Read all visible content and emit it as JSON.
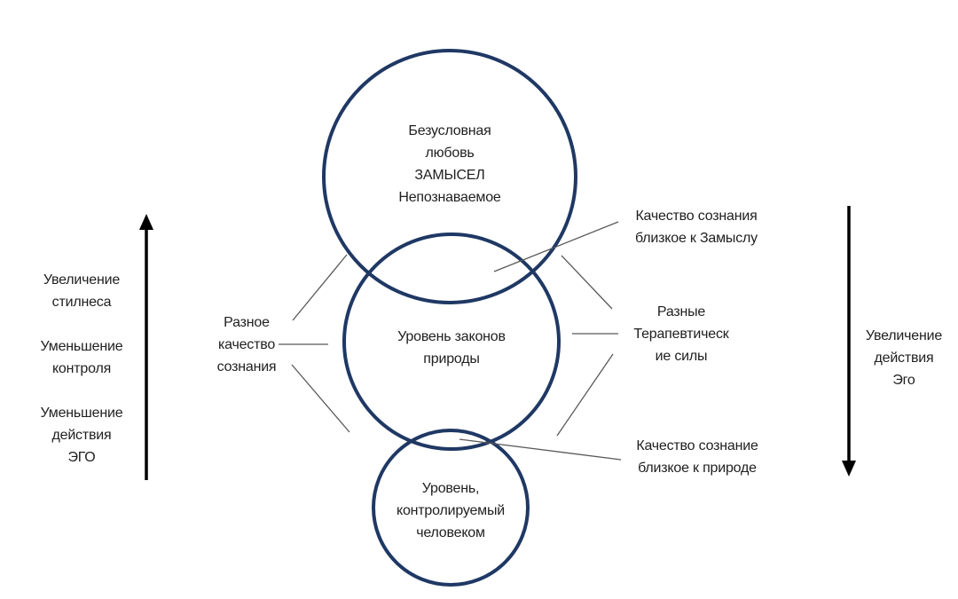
{
  "colors": {
    "circle_stroke": "#1f3864",
    "connector": "#595959",
    "arrow": "#000000",
    "text": "#1f1f1f",
    "background": "#ffffff"
  },
  "circles": {
    "top": {
      "label": "Безусловная\nлюбовь\nЗАМЫСЕЛ\nНепознаваемое"
    },
    "middle": {
      "label": "Уровень законов\nприроды"
    },
    "bottom": {
      "label": "Уровень,\nконтролируемый\nчеловеком"
    }
  },
  "left_axis": {
    "direction": "up",
    "items": [
      {
        "label": "Увеличение\nстилнеса"
      },
      {
        "label": "Уменьшение\nконтроля"
      },
      {
        "label": "Уменьшение\nдействия\nЭГО"
      }
    ]
  },
  "right_axis": {
    "direction": "down",
    "label": "Увеличение\nдействия\nЭго"
  },
  "annotations": {
    "top_right": {
      "label": "Качество сознания\nблизкое к Замыслу"
    },
    "left": {
      "label": "Разное\nкачество\nсознания"
    },
    "right": {
      "label": "Разные\nТерапевтическ\nие силы"
    },
    "bottom_right": {
      "label": "Качество сознание\nблизкое к природе"
    }
  }
}
